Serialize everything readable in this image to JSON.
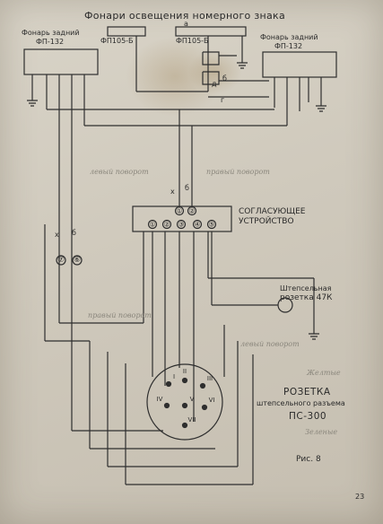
{
  "title": "Фонари освещения номерного знака",
  "lamps": {
    "left": {
      "line1": "Фонарь задний",
      "line2": "ФП-132"
    },
    "right": {
      "line1": "Фонарь задний",
      "line2": "ФП-132"
    },
    "plate_left": "ФП105-Б",
    "plate_right": "ФП105-Б"
  },
  "device": {
    "line1": "СОГЛАСУЮЩЕЕ",
    "line2": "УСТРОЙСТВО",
    "top_terminals": [
      "①",
      "②"
    ],
    "bottom_terminals": [
      "①",
      "②",
      "③",
      "④",
      "⑤"
    ],
    "wire_marks": [
      "х",
      "б"
    ]
  },
  "left_wires": {
    "marks": [
      "х",
      "б"
    ],
    "terminals": [
      "⑦",
      "⑥"
    ]
  },
  "socket47": {
    "line1": "Штепсельная",
    "line2": "розетка 47К"
  },
  "socket300": {
    "line1": "РОЗЕТКА",
    "line2": "штепсельного разъема",
    "line3": "ПС-300"
  },
  "socket300_pins": [
    "I",
    "II",
    "III",
    "IV",
    "V",
    "VI",
    "VII"
  ],
  "wire_letters": {
    "a": "а",
    "b": "б",
    "d": "д",
    "g": "г"
  },
  "pencil_notes": [
    "левый поворот",
    "правый поворот",
    "правый поворот",
    "левый поворот",
    "Желтые",
    "Зеленые"
  ],
  "figure": "Рис. 8",
  "page_number": "23",
  "colors": {
    "ink": "#2a2a2a",
    "paper": "#d4cfc3"
  }
}
